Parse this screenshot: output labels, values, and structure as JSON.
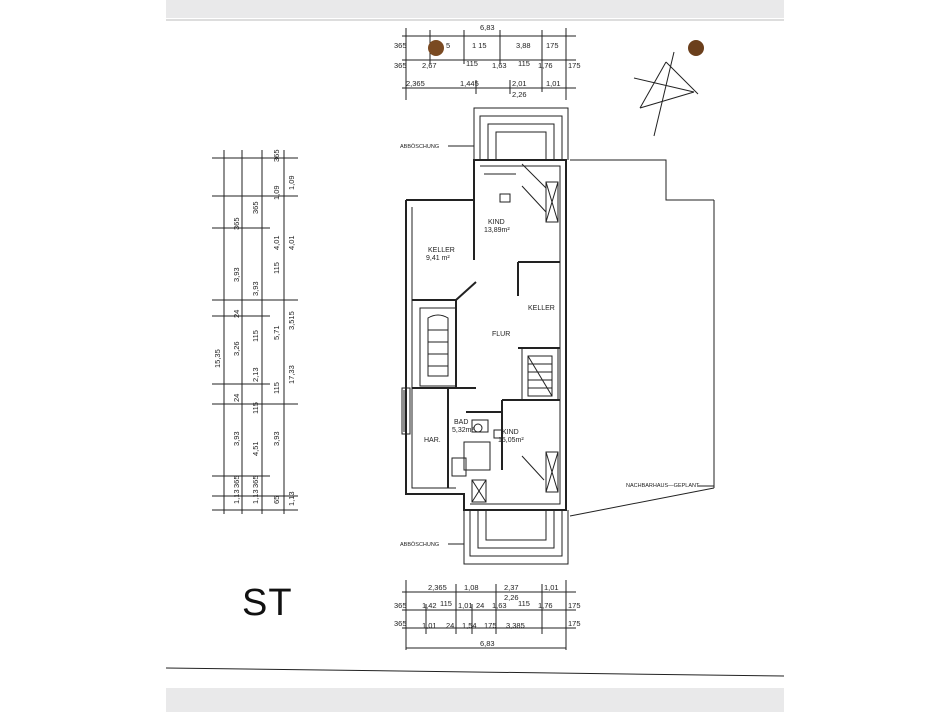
{
  "drawing": {
    "stamp": "ST",
    "rooms": {
      "kind_top": "KIND",
      "kind_top_area": "13,89m²",
      "keller_left": "KELLER",
      "keller_left_area": "9,41 m²",
      "keller_right": "KELLER",
      "flur": "FLUR",
      "bad": "BAD",
      "bad_area": "5,32m²",
      "har": "HAR.",
      "kind_bottom": "KIND",
      "kind_bottom_area": "15,05m²"
    },
    "annotations": {
      "boeschung_top": "ABBÖSCHUNG",
      "boeschung_bottom": "ABBÖSCHUNG",
      "nachbar": "NACHBARHAUS—GEPLANT"
    },
    "top_dims": {
      "total": "6,83",
      "r1": [
        "365",
        "5",
        "1 15",
        "3,88",
        "175"
      ],
      "r2": [
        "365",
        "2,67",
        "115",
        "1,63",
        "115",
        "1,76",
        "175"
      ],
      "r3": [
        "2,365",
        "1,445",
        "2,01",
        "1,01"
      ],
      "r3b": "2,26"
    },
    "bottom_dims": {
      "r1": [
        "2,365",
        "1,08",
        "2,37",
        "1,01"
      ],
      "r1b": "2,26",
      "r2": [
        "365",
        "1,42",
        "115",
        "1,01",
        "24",
        "1,63",
        "115",
        "1,76",
        "175"
      ],
      "r3": [
        "365",
        "1,01",
        "24",
        "1,54",
        "175",
        "3,385",
        "175"
      ],
      "total": "6,83"
    },
    "side_dims": {
      "overall": "15,35",
      "c1": [
        "1,13",
        "365",
        "3,93",
        "24",
        "3,26",
        "24",
        "3,93",
        "365"
      ],
      "c2": [
        "1,13",
        "365",
        "4,51",
        "115",
        "2,13",
        "115",
        "3,93",
        "365"
      ],
      "c3": [
        "1,09",
        "365",
        "4,01",
        "115",
        "5,71",
        "115",
        "3,93",
        "65"
      ],
      "c4": [
        "1,09",
        "4,01",
        "3,515",
        "17,33",
        "1,13"
      ]
    }
  }
}
